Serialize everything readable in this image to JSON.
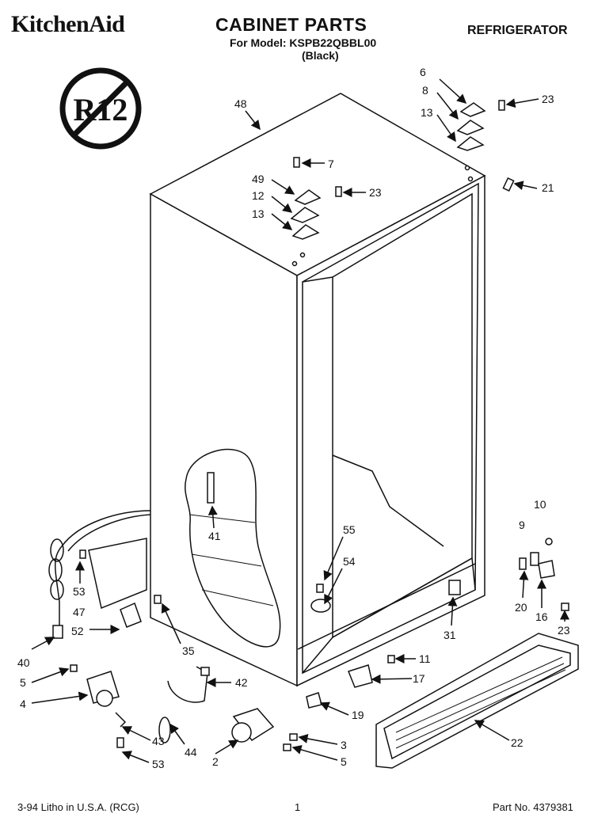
{
  "header": {
    "brand": "KitchenAid",
    "title": "CABINET PARTS",
    "model_line": "For Model: KSPB22QBBL00",
    "variant": "(Black)",
    "category": "REFRIGERATOR"
  },
  "badge": {
    "text": "R12",
    "icon": "no-r12-prohibition-icon"
  },
  "footer": {
    "litho": "3-94 Litho in U.S.A. (RCG)",
    "page": "1",
    "part_no": "Part No. 4379381"
  },
  "callouts": {
    "c48": "48",
    "c6": "6",
    "c8": "8",
    "c13a": "13",
    "c23a": "23",
    "c7": "7",
    "c49": "49",
    "c12": "12",
    "c23b": "23",
    "c13b": "13",
    "c21": "21",
    "c10": "10",
    "c9": "9",
    "c41": "41",
    "c55": "55",
    "c54": "54",
    "c53a": "53",
    "c47": "47",
    "c52": "52",
    "c35": "35",
    "c40": "40",
    "c20": "20",
    "c16": "16",
    "c23c": "23",
    "c31": "31",
    "c11": "11",
    "c5a": "5",
    "c4": "4",
    "c42": "42",
    "c17": "17",
    "c19": "19",
    "c43": "43",
    "c44": "44",
    "c53b": "53",
    "c2": "2",
    "c3": "3",
    "c5b": "5",
    "c22": "22"
  }
}
